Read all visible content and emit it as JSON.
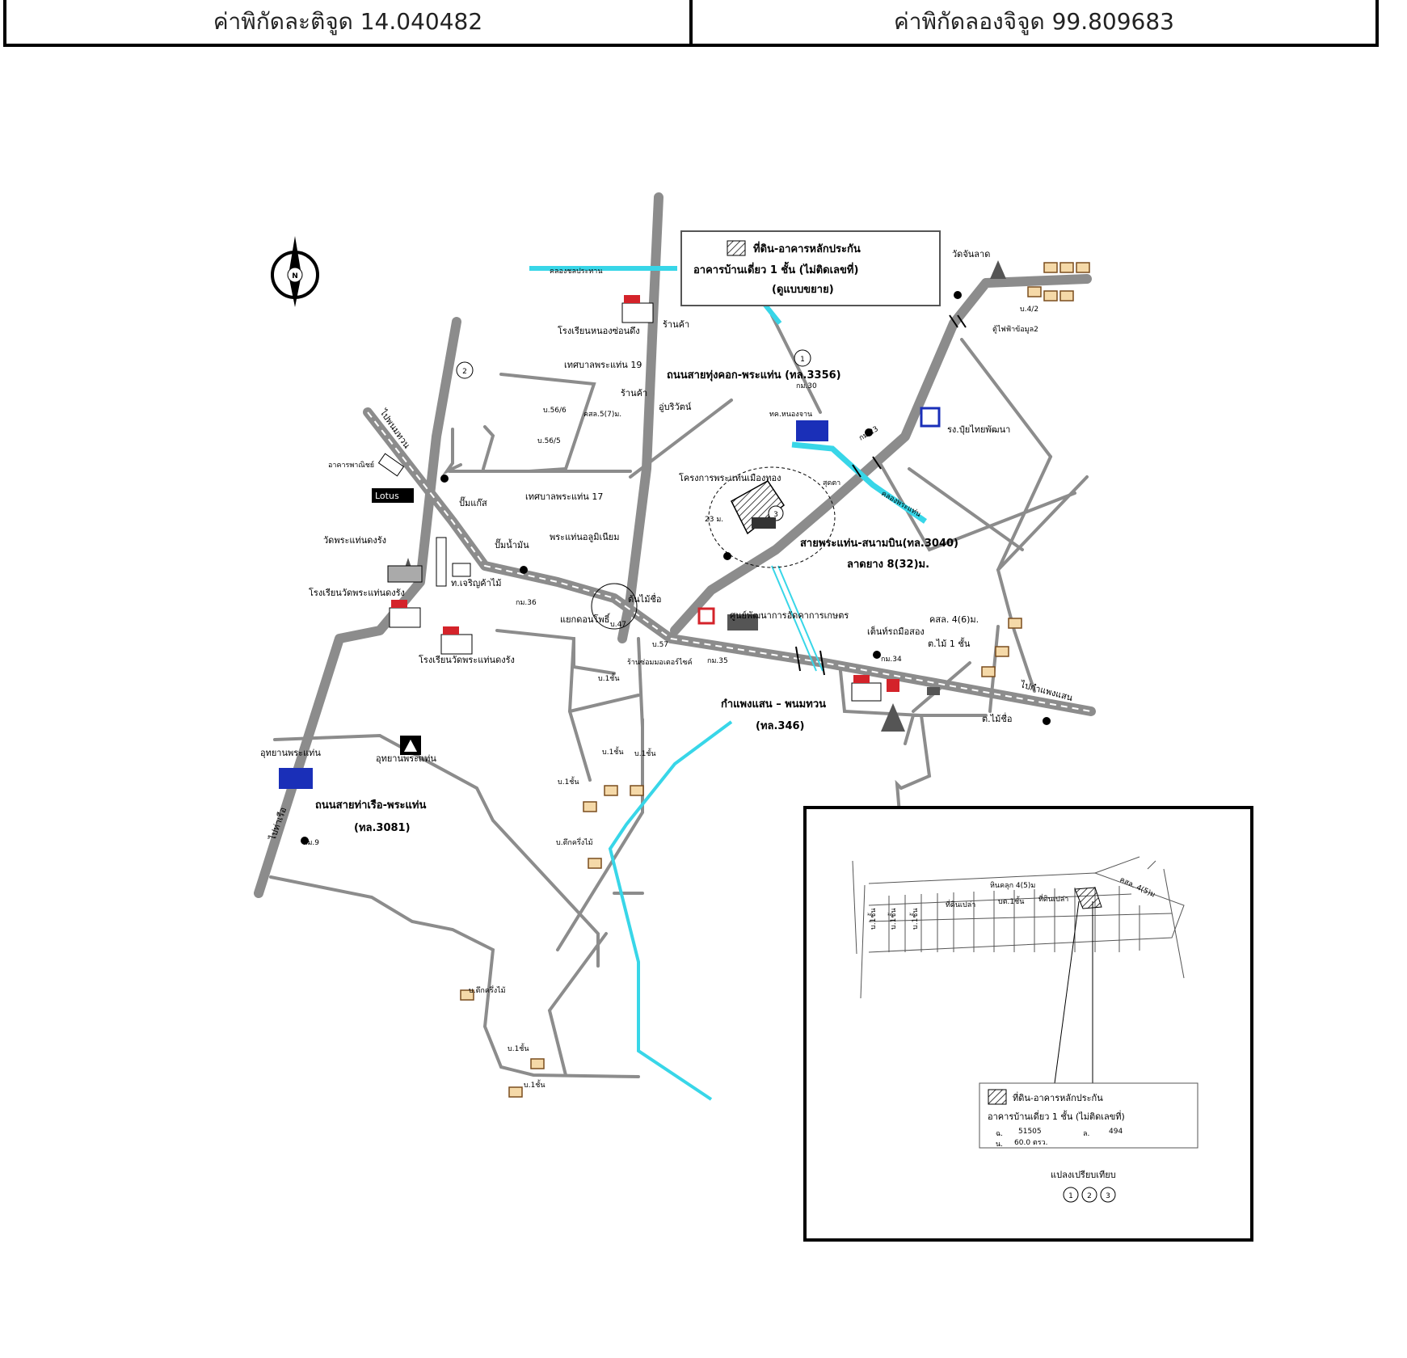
{
  "coords": {
    "lat": "ค่าพิกัดละติจูด 14.040482",
    "lng": "ค่าพิกัดลองจิจูด 99.809683"
  },
  "legend": {
    "line1": "ที่ดิน-อาคารหลักประกัน",
    "line2": "อาคารบ้านเดี่ยว 1 ชั้น (ไม่ติดเลขที่)",
    "line3": "(ดูแบบขยาย)"
  },
  "compass": {
    "letter": "N"
  },
  "numbers": {
    "n1": "1",
    "n2": "2",
    "n3": "3"
  },
  "labels": {
    "to_phanom": "ไปพนมทวน",
    "to_kamphaeng": "ไปกำแพงแสน",
    "to_tharua": "ไปท่าเรือ",
    "road_3356": "ถนนสายทุ่งคอก-พระแท่น (ทล.3356)",
    "km30": "กม.30",
    "road_3040": "สายพระแท่น-สนามบิน(ทล.3040)",
    "road_3040b": "ลาดยาง 8(32)ม.",
    "road_346": "กำแพงแสน – พนมทวน",
    "road_346b": "(ทล.346)",
    "road_3081": "ถนนสายท่าเรือ-พระแท่น",
    "road_3081b": "(ทล.3081)",
    "school_nongson": "โรงเรียนหนองซ่อนดึง",
    "shop1": "ร้านค้า",
    "shop2": "ร้านค้า",
    "tesaban19": "เทศบาลพระแท่น 19",
    "tesaban17": "เทศบาลพระแท่น 17",
    "upriwat": "อู่บริวัตน์",
    "b56_6": "บ.56/6",
    "b56_5": "บ.56/5",
    "klong7": "คสล.5(7)ม.",
    "office": "อาคารพาณิชย์",
    "lotus": "Lotus",
    "pump1": "ปั๊มแก๊ส",
    "pump2": "ปั๊มน้ำมัน",
    "wat_phrataen": "วัดพระแท่นดงรัง",
    "school_wat": "โรงเรียนวัดพระแท่นดงรัง",
    "school_wat2": "โรงเรียนวัดพระแท่นดงรัง",
    "charoen": "ท.เจริญค้าไม้",
    "phrataen_shop": "พระแท่นอลูมิเนียม",
    "project": "โครงการพระแท่นเมืองทอง",
    "tonmai": "ต้นไม้ชื่อ",
    "inter": "แยกดอนโพธิ์",
    "repair": "ร้านซ่อมมอเตอร์ไซค์",
    "agri": "ศูนย์พัฒนาการอัดคาการเกษตร",
    "tent": "เต็นท์รถมือสอง",
    "klong4a": "คสล. 4(6)ม.",
    "tonmai2": "ต.ไม้ 1 ชั้น",
    "tonmai3": "ต.ไม้ชื่อ",
    "km35": "กม.35",
    "km34": "กม.34",
    "km23": "กม.23",
    "km36": "กม.36",
    "km9": "กม.9",
    "b57": "บ.57",
    "b47": "บ.47",
    "tk": "ทค.หนองจาน",
    "klong_phrataen": "คลองพระแท่น",
    "khlong_top": "คลองชลประทาน",
    "watchan": "วัดจันลาด",
    "b4_2": "บ.4/2",
    "toyai": "ตู้ไฟฟ้าข้อมูล2",
    "bubiti": "รง.ปุ๋ยไทยพัฒนา",
    "park": "อุทยานพระแท่น",
    "park2": "อุทยานพระแท่น",
    "house1": "บ.1ชั้น",
    "house2": "บ.1ชั้น",
    "house3": "บ.ตึกครึ่งไม้",
    "house4": "บ.ตึกครึ่งไม้",
    "house5": "บ.1ชั้น",
    "house6": "บ.1ชั้น",
    "house7": "บ.1ชั้น",
    "house8": "บ.1ชั้น",
    "dist": "23 ม.",
    "sato": "สุดตา"
  },
  "inset": {
    "road_top": "หินคลุก 4(5)ม",
    "road_right": "คสล. 4(5)ม",
    "lots": [
      "บ.1ชั้น",
      "บ.1ชั้น",
      "บ.1ชั้น",
      "ที่ดินเปล่า",
      "บต.1ชั้น",
      "ที่ดินเปล่า"
    ],
    "legend_line1": "ที่ดิน-อาคารหลักประกัน",
    "legend_line2": "อาคารบ้านเดี่ยว 1 ชั้น (ไม่ติดเลขที่)",
    "chanote_label": "ฉ.",
    "chanote": "51505",
    "land_no_label": "ล.",
    "land_no": "494",
    "area_label": "น.",
    "area": "60.0 ตรว.",
    "compare": "แปลงเปรียบเทียบ",
    "c1": "1",
    "c2": "2",
    "c3": "3"
  },
  "colors": {
    "road": "#8c8c8c",
    "water": "#38d6e8",
    "ink": "#000000",
    "school_blue": "#1a2fb8",
    "flag_red": "#d4232a",
    "house_fill": "#f5d9a8",
    "roof": "#7a4d1e"
  }
}
